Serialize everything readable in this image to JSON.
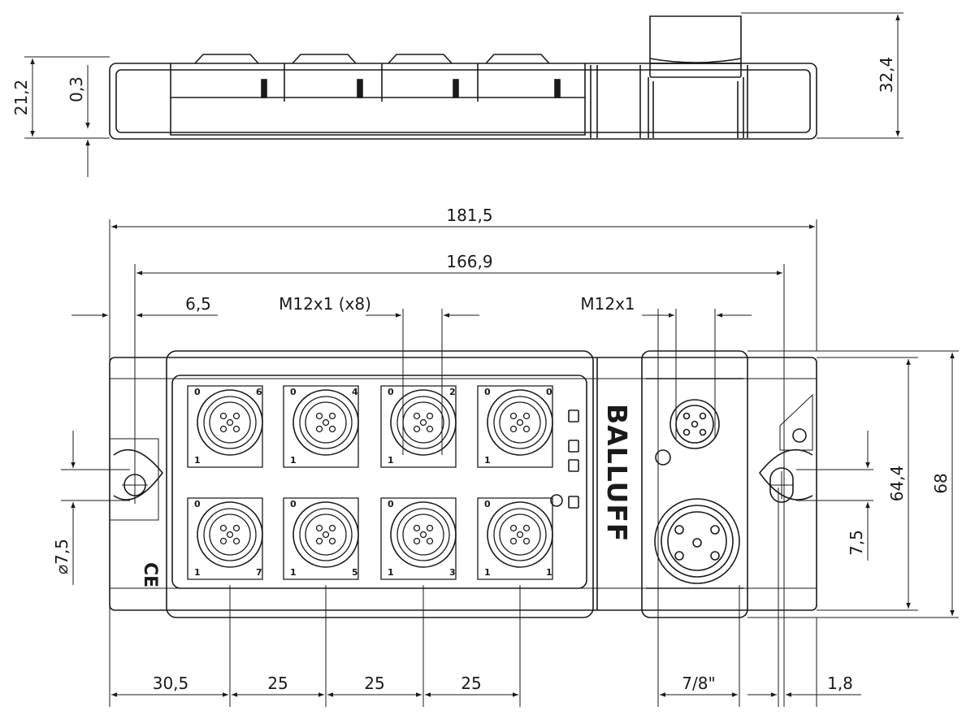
{
  "side_view": {
    "dims": {
      "total_height": "21,2",
      "step": "0,3",
      "connector_height": "32,4"
    }
  },
  "top_view": {
    "dims": {
      "overall_length": "181,5",
      "hole_distance": "166,9",
      "hole_offset": "6,5",
      "port_connector": "M12x1 (x8)",
      "power_connector": "M12x1",
      "body_height_inner": "64,4",
      "body_height": "68",
      "hole_dia": "⌀7,5",
      "hole_pos_right": "7,5",
      "pitch_first": "30,5",
      "pitch_1": "25",
      "pitch_2": "25",
      "pitch_3": "25",
      "power_size": "7/8\"",
      "edge": "1,8"
    },
    "brand": "BALLUFF",
    "ce_mark": "CE",
    "ports": [
      {
        "tl": "0",
        "tr": "6",
        "bl": "1",
        "br": ""
      },
      {
        "tl": "0",
        "tr": "4",
        "bl": "1",
        "br": ""
      },
      {
        "tl": "0",
        "tr": "2",
        "bl": "1",
        "br": ""
      },
      {
        "tl": "0",
        "tr": "0",
        "bl": "1",
        "br": ""
      },
      {
        "tl": "0",
        "tr": "",
        "bl": "1",
        "br": "7"
      },
      {
        "tl": "0",
        "tr": "",
        "bl": "1",
        "br": "5"
      },
      {
        "tl": "0",
        "tr": "",
        "bl": "1",
        "br": "3"
      },
      {
        "tl": "0",
        "tr": "",
        "bl": "1",
        "br": "1"
      }
    ],
    "icons": [
      "mounting-hole-icon",
      "ground-symbol-icon",
      "m12-connector-icon",
      "power-connector-icon",
      "led-indicator-icon"
    ]
  }
}
